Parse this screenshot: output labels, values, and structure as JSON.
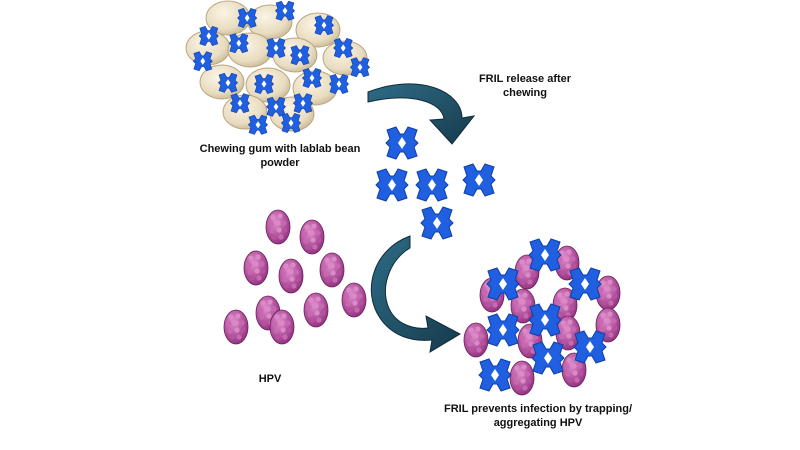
{
  "labels": {
    "gum": [
      "Chewing gum with lablab bean",
      "powder"
    ],
    "release": [
      "FRIL release after",
      "chewing"
    ],
    "hpv": "HPV",
    "prevent": [
      "FRIL prevents infection by trapping/",
      "aggregating HPV"
    ]
  },
  "colors": {
    "fril_blue": "#1f5fe0",
    "hpv_purple": "#b0459a",
    "arrow_teal": "#1e4d63",
    "gum_cream": "#ece0c6"
  },
  "icons": {
    "fril": "fril-lectin-icon",
    "hpv": "hpv-virus-particle-icon",
    "gum": "chewing-gum-piece-icon",
    "arrow": "curved-arrow-icon"
  }
}
